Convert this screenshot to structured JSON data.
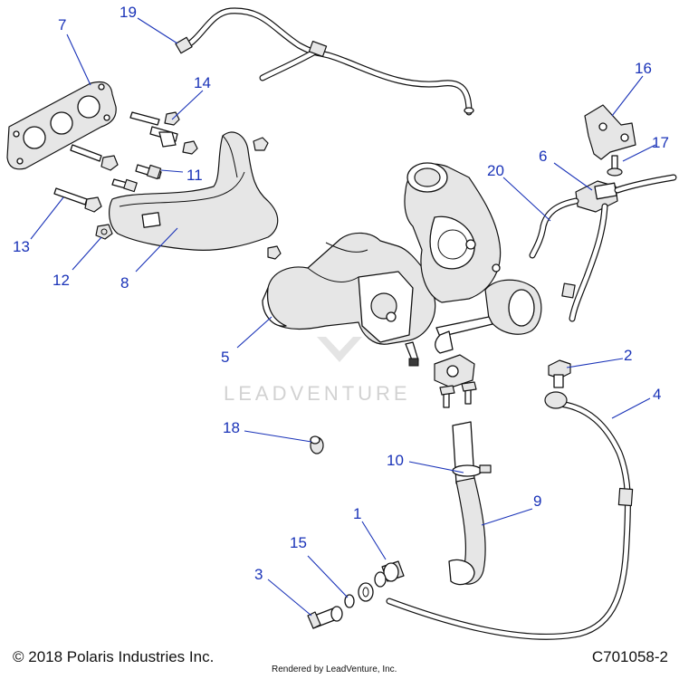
{
  "callouts": [
    {
      "id": "c1",
      "label": "1"
    },
    {
      "id": "c2",
      "label": "2"
    },
    {
      "id": "c3",
      "label": "3"
    },
    {
      "id": "c4",
      "label": "4"
    },
    {
      "id": "c5",
      "label": "5"
    },
    {
      "id": "c6",
      "label": "6"
    },
    {
      "id": "c7",
      "label": "7"
    },
    {
      "id": "c8",
      "label": "8"
    },
    {
      "id": "c9",
      "label": "9"
    },
    {
      "id": "c10",
      "label": "10"
    },
    {
      "id": "c11",
      "label": "11"
    },
    {
      "id": "c12",
      "label": "12"
    },
    {
      "id": "c13",
      "label": "13"
    },
    {
      "id": "c14",
      "label": "14"
    },
    {
      "id": "c15",
      "label": "15"
    },
    {
      "id": "c16",
      "label": "16"
    },
    {
      "id": "c17",
      "label": "17"
    },
    {
      "id": "c18",
      "label": "18"
    },
    {
      "id": "c19",
      "label": "19"
    },
    {
      "id": "c20",
      "label": "20"
    }
  ],
  "watermark": "LEADVENTURE",
  "footer": {
    "copyright": "© 2018 Polaris Industries Inc.",
    "figure_id": "C701058-2",
    "rendered_by": "Rendered by LeadVenture, Inc."
  },
  "colors": {
    "callout": "#1a33b8",
    "line": "#111111",
    "watermark": "#d2d2d2"
  }
}
